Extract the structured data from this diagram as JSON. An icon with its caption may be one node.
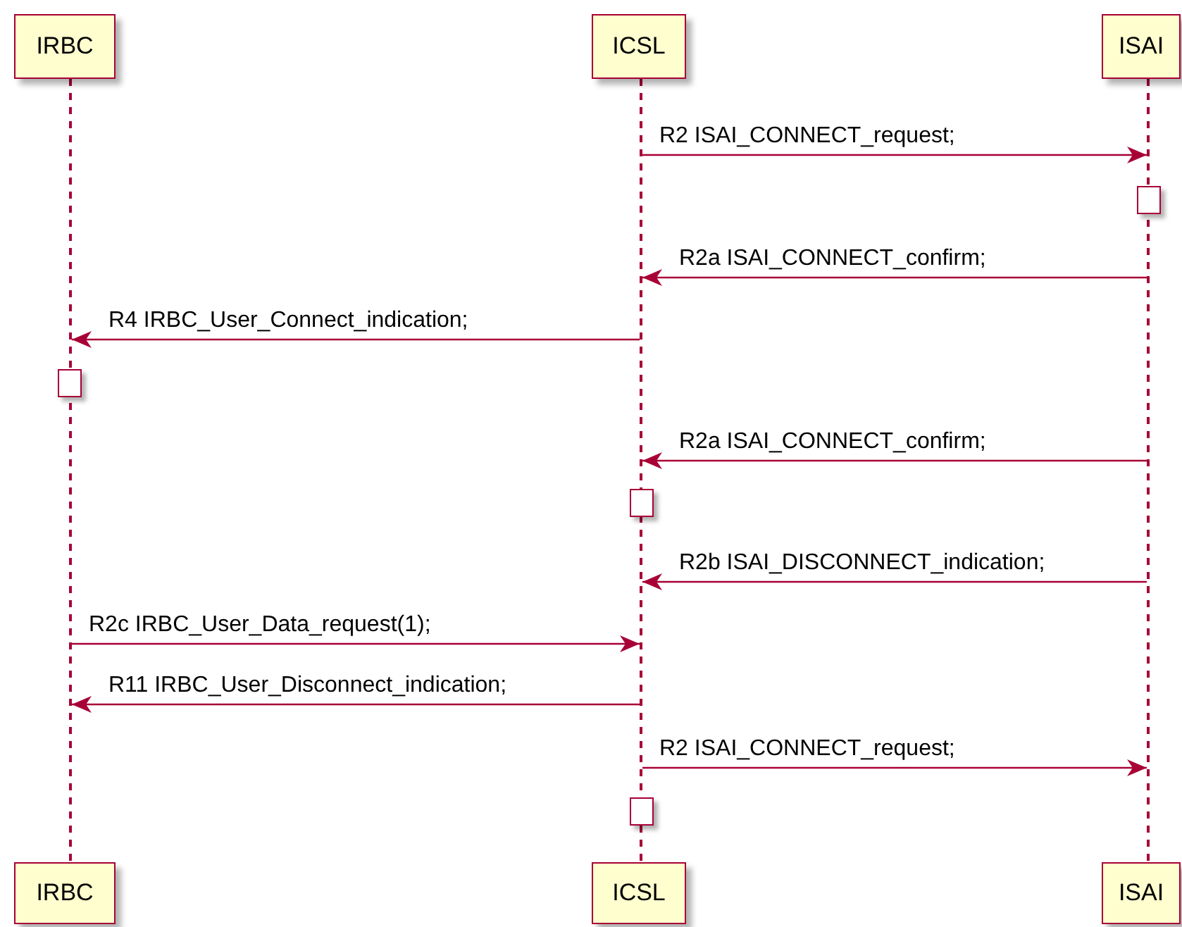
{
  "diagram": {
    "nodes": [
      {
        "text": [
          "IRBC"
        ]
      },
      {
        "text": [
          "ICSL"
        ]
      },
      {
        "text": [
          "ISAI"
        ]
      },
      {
        "text": [],
        "shape": "line"
      },
      {
        "text": [],
        "shape": "line"
      },
      {
        "text": [],
        "shape": "line"
      },
      {
        "text": [],
        "shape": "bar"
      },
      {
        "text": [],
        "shape": "bar"
      },
      {
        "text": [],
        "shape": "bar"
      },
      {
        "text": [],
        "shape": "bar"
      },
      {
        "text": [
          "IRBC"
        ]
      },
      {
        "text": [
          "ICSL"
        ]
      },
      {
        "text": [
          "ISAI"
        ]
      }
    ],
    "edges": [
      {
        "from": 4,
        "to": 5,
        "arrow": "to",
        "label": "R2 ISAI_CONNECT_request;"
      },
      {
        "from": 5,
        "to": 4,
        "arrow": "to",
        "label": "R2a ISAI_CONNECT_confirm;"
      },
      {
        "from": 4,
        "to": 3,
        "arrow": "to",
        "label": "R4 IRBC_User_Connect_indication;"
      },
      {
        "from": 5,
        "to": 4,
        "arrow": "to",
        "label": "R2a ISAI_CONNECT_confirm;"
      },
      {
        "from": 5,
        "to": 4,
        "arrow": "to",
        "label": "R2b ISAI_DISCONNECT_indication;"
      },
      {
        "from": 3,
        "to": 4,
        "arrow": "to",
        "label": "R2c IRBC_User_Data_request(1);"
      },
      {
        "from": 4,
        "to": 3,
        "arrow": "to",
        "label": "R11 IRBC_User_Disconnect_indication;"
      },
      {
        "from": 4,
        "to": 5,
        "arrow": "to",
        "label": "R2 ISAI_CONNECT_request;"
      }
    ]
  }
}
